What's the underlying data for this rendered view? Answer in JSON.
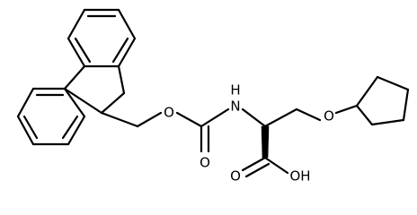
{
  "molecule": {
    "atoms": {
      "ether_o_fmoc": "O",
      "carbonyl_o": "O",
      "amide_n": "N",
      "amide_h": "H",
      "ether_o_side": "O",
      "acid_o": "O",
      "acid_oh": "OH"
    }
  }
}
